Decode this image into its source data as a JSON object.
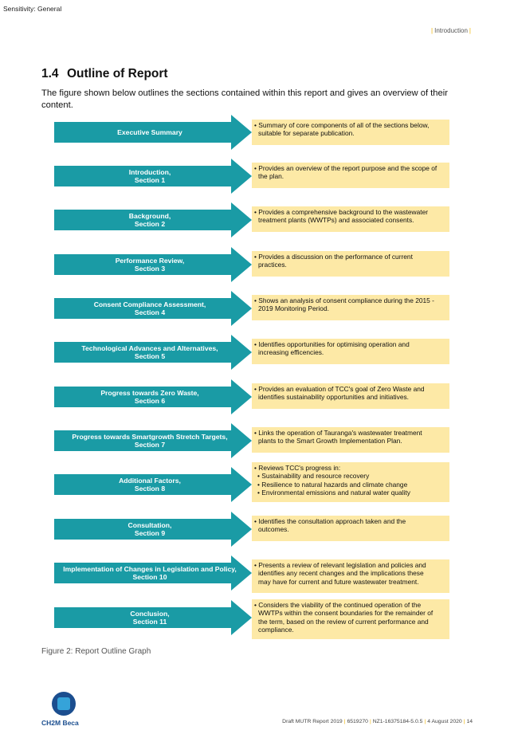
{
  "sensitivity": "Sensitivity: General",
  "header": {
    "section": "Introduction"
  },
  "section": {
    "number": "1.4",
    "title": "Outline of Report",
    "intro": "The figure shown below outlines the sections contained within this report and gives an overview of their content."
  },
  "rows": [
    {
      "label1": "Executive Summary",
      "label2": "",
      "desc": [
        "Summary of core components of all of the sections below,",
        "suitable for separate publication."
      ],
      "sub": []
    },
    {
      "label1": "Introduction,",
      "label2": "Section 1",
      "desc": [
        "Provides an overview of the report purpose and the scope of",
        "the plan."
      ],
      "sub": []
    },
    {
      "label1": "Background,",
      "label2": "Section 2",
      "desc": [
        "Provides a comprehensive background to the wastewater",
        "treatment plants (WWTPs) and associated consents."
      ],
      "sub": []
    },
    {
      "label1": "Performance Review,",
      "label2": "Section 3",
      "desc": [
        "Provides a discussion on the performance of current",
        "practices."
      ],
      "sub": []
    },
    {
      "label1": "Consent Compliance Assessment,",
      "label2": "Section 4",
      "desc": [
        "Shows an analysis of consent compliance during the 2015 -",
        "2019 Monitoring Period."
      ],
      "sub": []
    },
    {
      "label1": "Technological Advances and Alternatives,",
      "label2": "Section 5",
      "desc": [
        "Identifies opportunities for optimising operation and",
        "increasing efficencies."
      ],
      "sub": []
    },
    {
      "label1": "Progress towards Zero Waste,",
      "label2": "Section 6",
      "desc": [
        "Provides an evaluation of TCC's goal of Zero Waste and",
        "identifies sustainability opportunities and initiatives."
      ],
      "sub": []
    },
    {
      "label1": "Progress towards Smartgrowth Stretch Targets,",
      "label2": "Section 7",
      "desc": [
        "Links the operation of Tauranga's wastewater treatment",
        "plants to the Smart Growth Implementation Plan."
      ],
      "sub": []
    },
    {
      "label1": "Additional Factors,",
      "label2": "Section 8",
      "desc": [
        "Reviews TCC's progress in:"
      ],
      "sub": [
        "Sustainability and resource recovery",
        "Resilience to natural hazards and climate change",
        "Environmental emissions and natural water quality"
      ]
    },
    {
      "label1": "Consultation,",
      "label2": "Section 9",
      "desc": [
        "Identifies the consultation approach taken and the",
        "outcomes."
      ],
      "sub": []
    },
    {
      "label1": "Implementation of Changes in Legislation and Policy,",
      "label2": "Section 10",
      "desc": [
        "Presents a review of relevant legislation and policies and",
        "identifies any recent changes and the implications these",
        "may have for current and future wastewater treatment."
      ],
      "sub": []
    },
    {
      "label1": "Conclusion,",
      "label2": "Section 11",
      "desc": [
        "Considers the viability of the continued operation of the",
        "WWTPs within the  consent boundaries for the remainder of",
        "the term, based on the review of current performance and",
        "compliance."
      ],
      "sub": []
    }
  ],
  "caption": "Figure 2: Report Outline Graph",
  "logo": {
    "text": "CH2M Beca"
  },
  "footer": {
    "report": "Draft MUTR Report 2019",
    "number": "6519270",
    "doc": "NZ1-16375184-5.0.5",
    "date": "4 August 2020",
    "page": "14"
  },
  "colors": {
    "arrow": "#1a9ba5",
    "box": "#fde9a6",
    "accent": "#f0b400"
  }
}
